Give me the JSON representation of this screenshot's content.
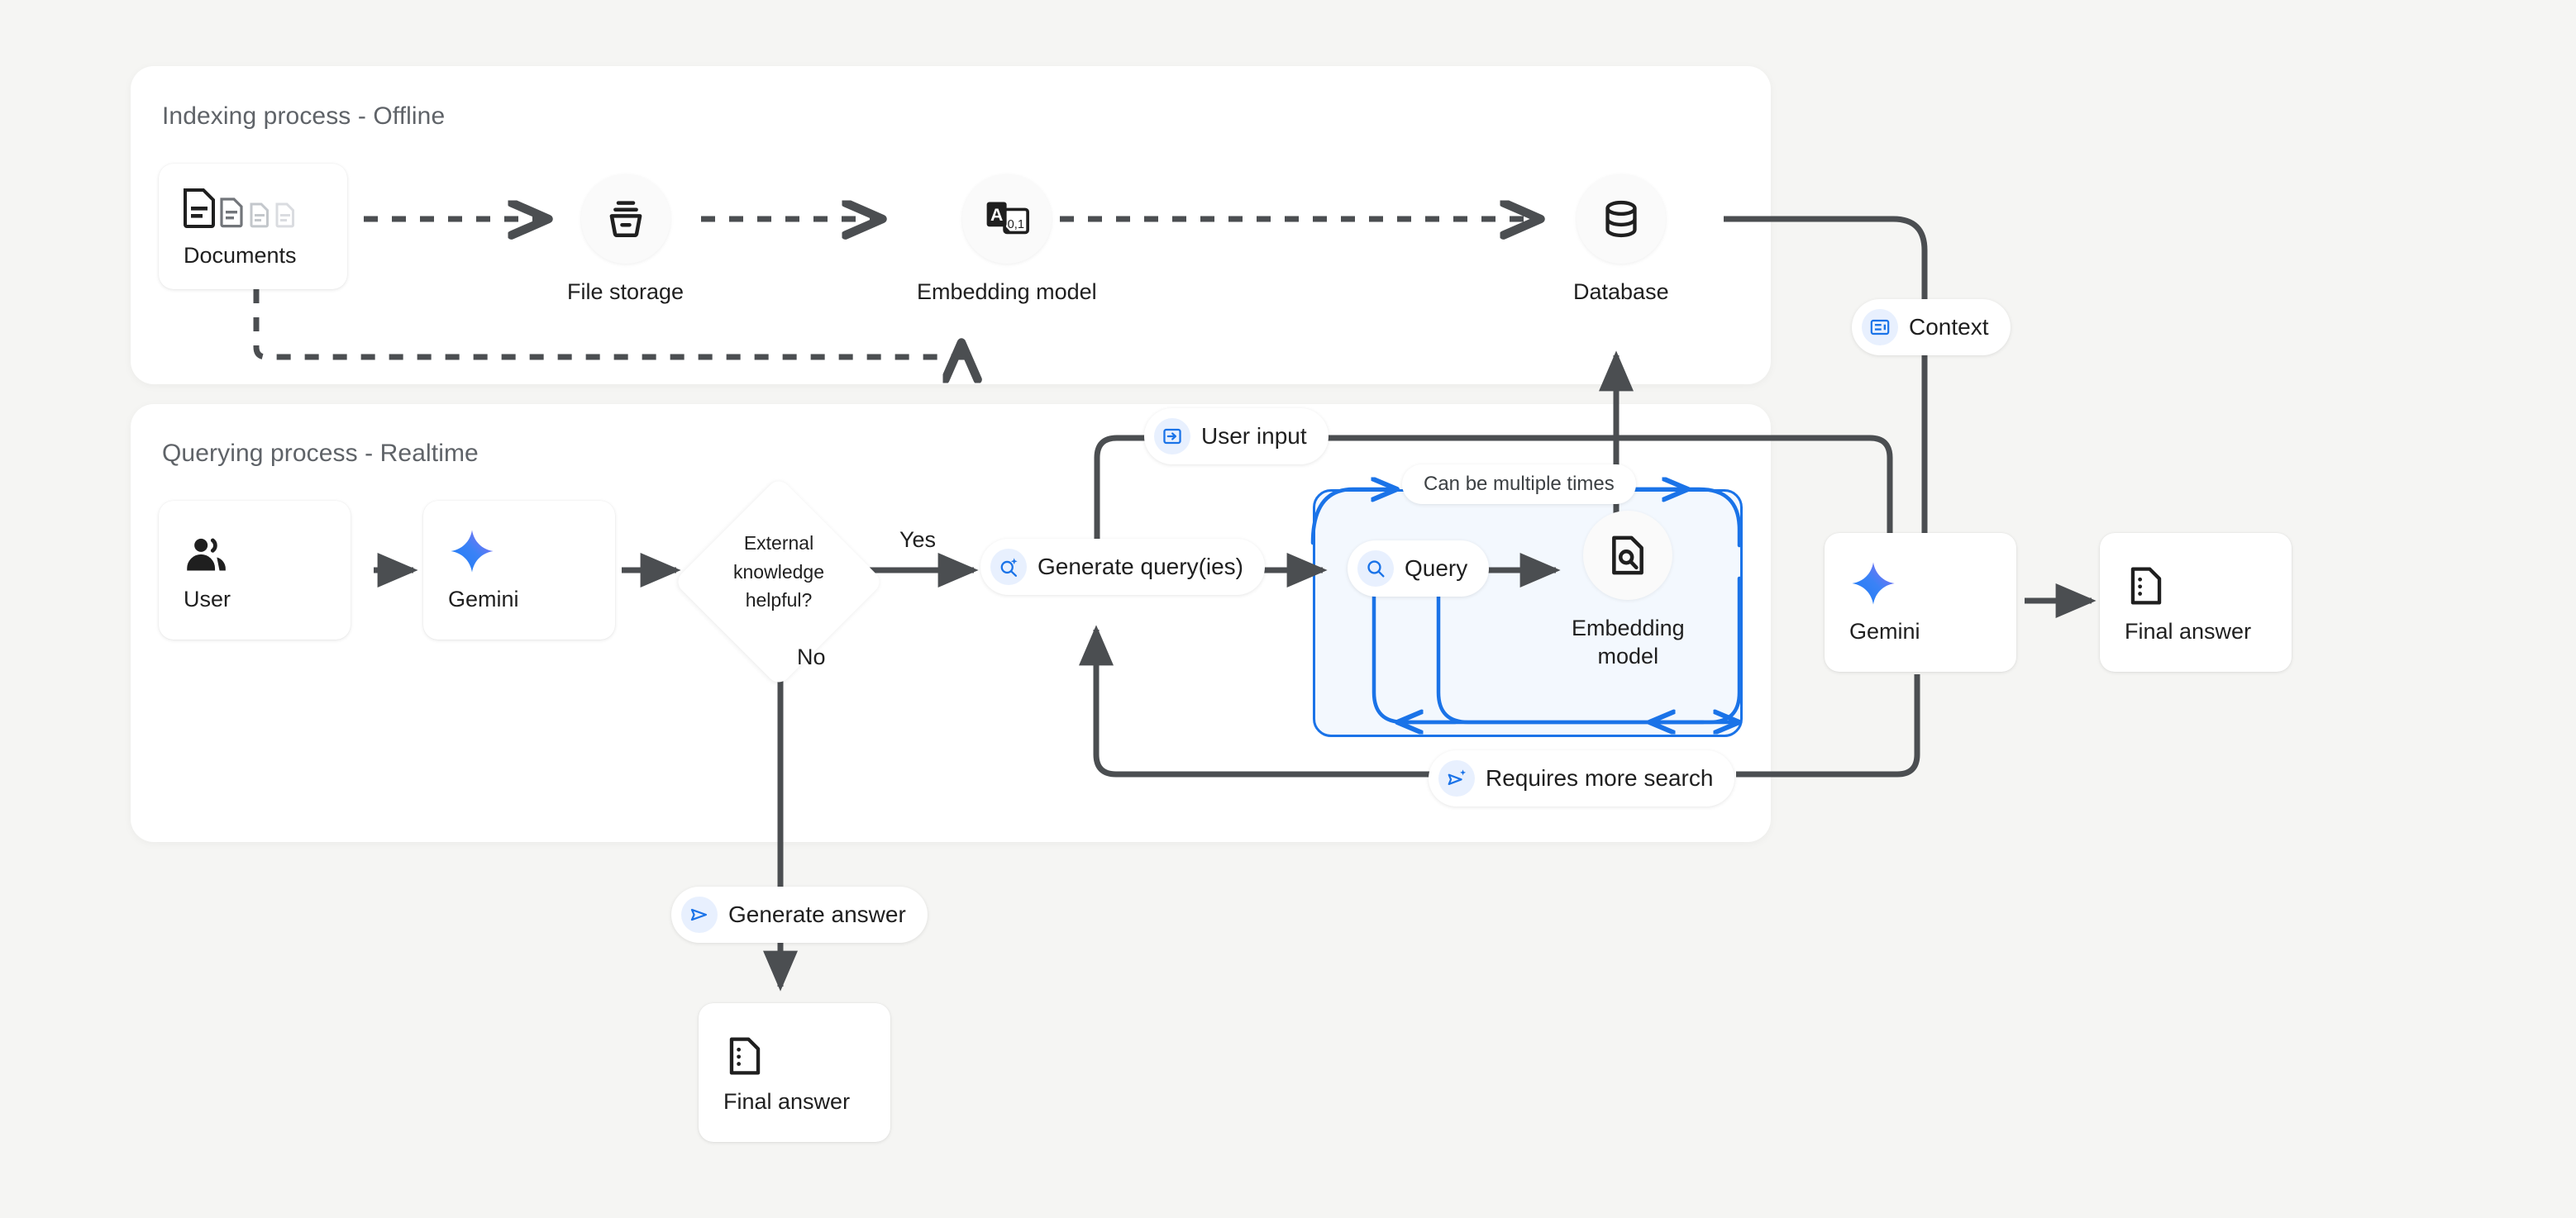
{
  "page": {
    "background": "#f5f5f3",
    "accent_blue": "#1a73e8",
    "loop_fill": "#f3f8fe",
    "wire_color": "#4b4e51"
  },
  "panels": {
    "indexing": {
      "title": "Indexing process - Offline"
    },
    "querying": {
      "title": "Querying process - Realtime"
    }
  },
  "indexing_nodes": {
    "documents": {
      "label": "Documents",
      "icon": "documents-icon"
    },
    "file_storage": {
      "label": "File storage",
      "icon": "archive-box-icon"
    },
    "embedding_model": {
      "label": "Embedding model",
      "icon": "translate-embedding-icon"
    },
    "database": {
      "label": "Database",
      "icon": "database-icon"
    }
  },
  "querying_nodes": {
    "user": {
      "label": "User",
      "icon": "user-group-icon"
    },
    "gemini_left": {
      "label": "Gemini",
      "icon": "gemini-sparkle-icon"
    },
    "decision": {
      "label": "External knowledge helpful?",
      "line1": "External",
      "line2": "knowledge",
      "line3": "helpful?"
    },
    "embedding_model_inner": {
      "label": "Embedding model",
      "line1": "Embedding",
      "line2": "model",
      "icon": "document-search-icon"
    },
    "gemini_right": {
      "label": "Gemini",
      "icon": "gemini-sparkle-icon"
    },
    "final_answer_right": {
      "label": "Final answer",
      "icon": "document-list-icon"
    },
    "final_answer_bottom": {
      "label": "Final answer",
      "icon": "document-list-icon"
    }
  },
  "badges": {
    "context": {
      "label": "Context",
      "icon": "context-panel-icon"
    },
    "user_input": {
      "label": "User input",
      "icon": "login-arrow-icon"
    },
    "generate_queries": {
      "label": "Generate query(ies)",
      "icon": "search-sparkle-icon"
    },
    "query": {
      "label": "Query",
      "icon": "search-icon"
    },
    "requires_more_search": {
      "label": "Requires more search",
      "icon": "send-sparkle-icon"
    },
    "generate_answer": {
      "label": "Generate answer",
      "icon": "send-icon"
    },
    "can_be_multiple_times": {
      "label": "Can be multiple times"
    }
  },
  "edge_labels": {
    "yes": "Yes",
    "no": "No"
  }
}
